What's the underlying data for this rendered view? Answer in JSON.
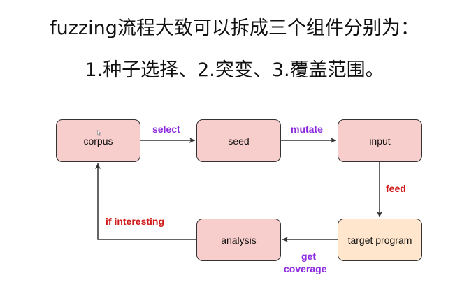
{
  "title": {
    "line1": "fuzzing流程大致可以拆成三个组件分别为：",
    "line2": "1.种子选择、2.突变、3.覆盖范围。"
  },
  "diagram": {
    "nodes": {
      "corpus": "corpus",
      "seed": "seed",
      "input": "input",
      "target": "target program",
      "analysis": "analysis"
    },
    "edges": {
      "select": "select",
      "mutate": "mutate",
      "feed": "feed",
      "get": "get",
      "coverage": "coverage",
      "if_interesting": "if interesting"
    },
    "colors": {
      "node_fill": "#f8cecc",
      "target_fill": "#ffe6cc",
      "purple_label": "#8d2be0",
      "red_label": "#d01a1a"
    }
  }
}
